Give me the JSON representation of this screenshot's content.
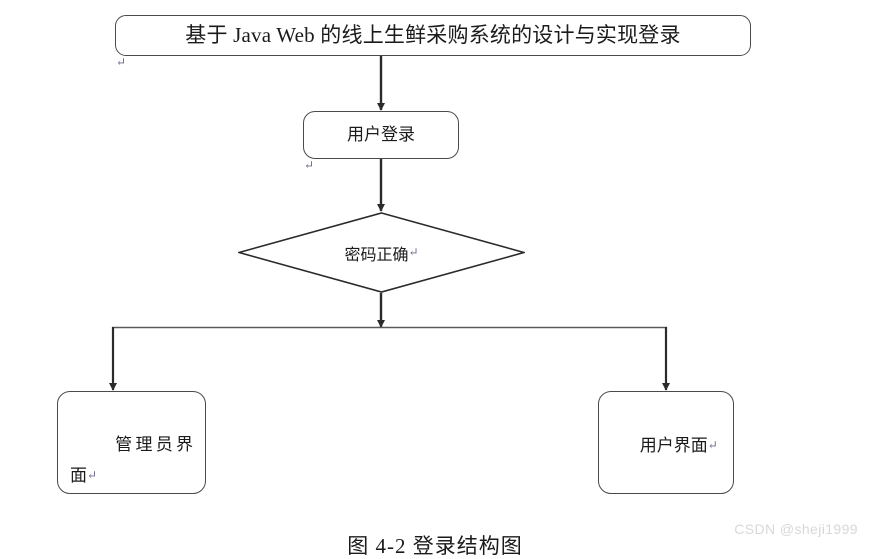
{
  "diagram": {
    "type": "flowchart",
    "background_color": "#ffffff",
    "line_color": "#3c3c3c",
    "text_color": "#1b1b1b",
    "return_mark": "↵",
    "nodes": {
      "title": {
        "label": "基于 Java Web 的线上生鲜采购系统的设计与实现登录",
        "shape": "rounded-rectangle"
      },
      "login": {
        "label": "用户登录",
        "shape": "rounded-rectangle"
      },
      "decision": {
        "label": "密码正确",
        "shape": "diamond"
      },
      "admin": {
        "label_line1": "管理员界",
        "label_line2": "面",
        "shape": "rounded-rectangle"
      },
      "user": {
        "label": "用户界面",
        "shape": "rounded-rectangle"
      }
    },
    "edges": [
      {
        "from": "title",
        "to": "login",
        "label": ""
      },
      {
        "from": "login",
        "to": "decision",
        "label": ""
      },
      {
        "from": "decision",
        "to": "admin",
        "label": ""
      },
      {
        "from": "decision",
        "to": "user",
        "label": ""
      }
    ]
  },
  "caption": {
    "text": "图 4-2 登录结构图"
  },
  "watermark": {
    "text": "CSDN @sheji1999",
    "color": "#d8d8d8"
  }
}
